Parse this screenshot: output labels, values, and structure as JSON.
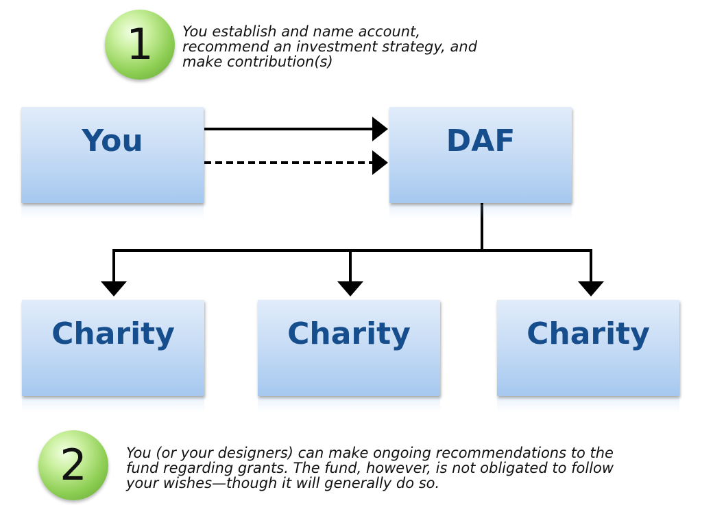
{
  "steps": [
    {
      "number": "1",
      "text_lines": [
        "You establish and name account,",
        "recommend an investment strategy, and",
        "make contribution(s)"
      ]
    },
    {
      "number": "2",
      "text_lines": [
        "You (or your designers) can make ongoing recommendations to the",
        "fund regarding grants. The fund, however, is not obligated to follow",
        "your wishes—though it will generally do so."
      ]
    }
  ],
  "nodes": {
    "you": "You",
    "daf": "DAF",
    "charities": [
      "Charity",
      "Charity",
      "Charity"
    ]
  },
  "colors": {
    "box_text": "#164d8c",
    "box_fill_top": "#e1ecfa",
    "box_fill_bottom": "#a5c8ef",
    "circle_green": "#8fcf55",
    "arrow": "#000000"
  }
}
